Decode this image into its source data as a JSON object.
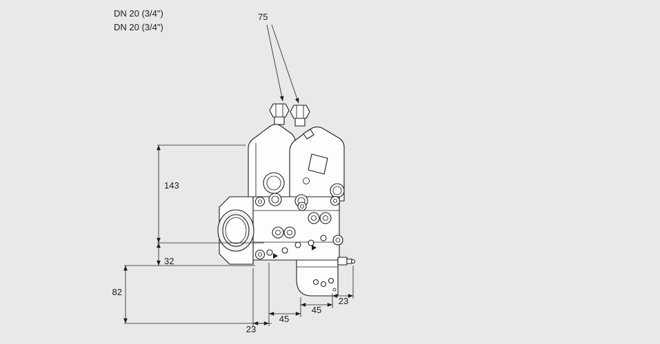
{
  "colors": {
    "background": "#e9e9e9",
    "line": "#1c1c1c"
  },
  "annotations": {
    "port_label_top": "DN 20 (3/4\")",
    "port_label_bottom": "DN 20 (3/4\")"
  },
  "dimensions": {
    "solenoid_spacing": "75",
    "body_height": "143",
    "axis_to_flange": "32",
    "lower_height": "82",
    "bottom_left": "23",
    "bottom_mid_left": "45",
    "bottom_mid_right": "45",
    "bottom_right": "23"
  }
}
